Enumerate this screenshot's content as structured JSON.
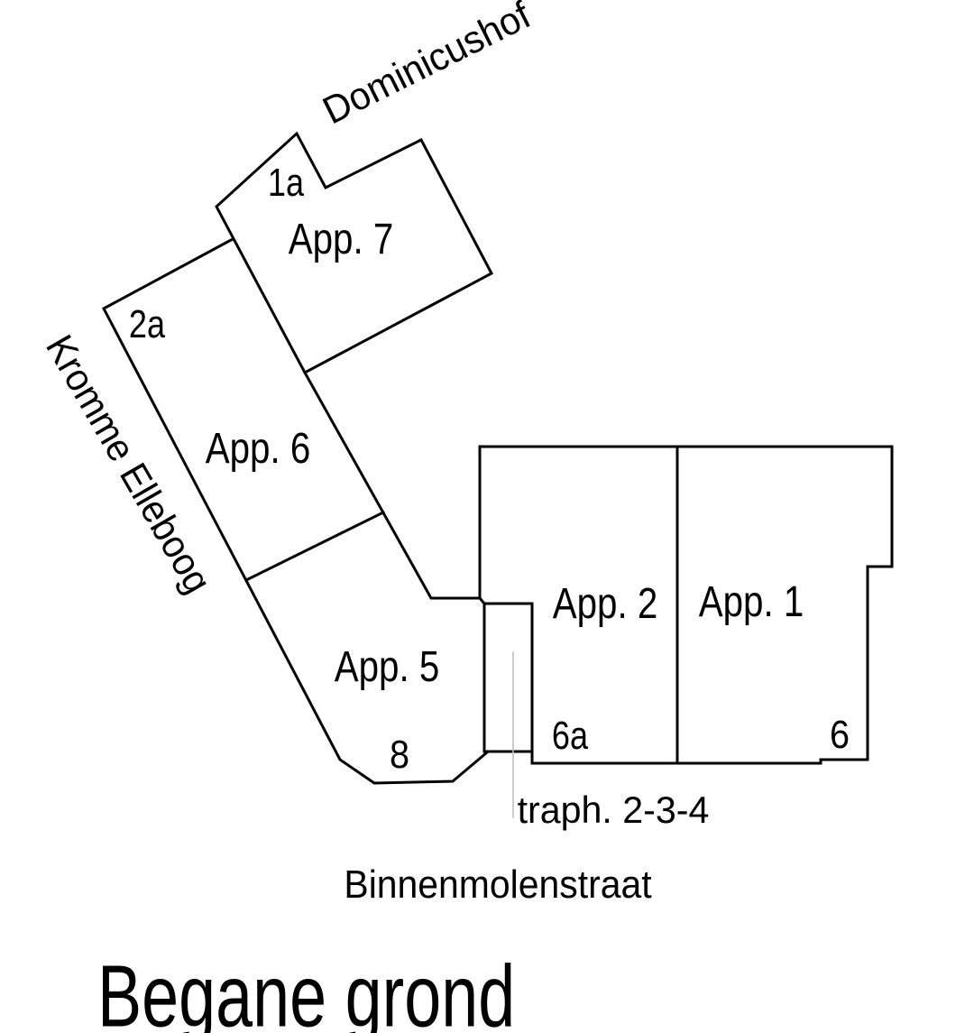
{
  "plan": {
    "floor_title": "Begane grond",
    "apartments": {
      "app7": "App. 7",
      "app6": "App. 6",
      "app5": "App. 5",
      "app2": "App. 2",
      "app1": "App. 1"
    },
    "house_numbers": {
      "n1a": "1a",
      "n2a": "2a",
      "n8": "8",
      "n6a": "6a",
      "n6": "6"
    },
    "streets": {
      "dominicushof": "Dominicushof",
      "kromme_elleboog": "Kromme Elleboog",
      "binnenmolenstraat": "Binnenmolenstraat"
    },
    "stairwell_label": "traph. 2-3-4"
  },
  "colors": {
    "line": "#000000",
    "guide": "#bfbfbf",
    "background": "#ffffff",
    "text": "#000000"
  }
}
